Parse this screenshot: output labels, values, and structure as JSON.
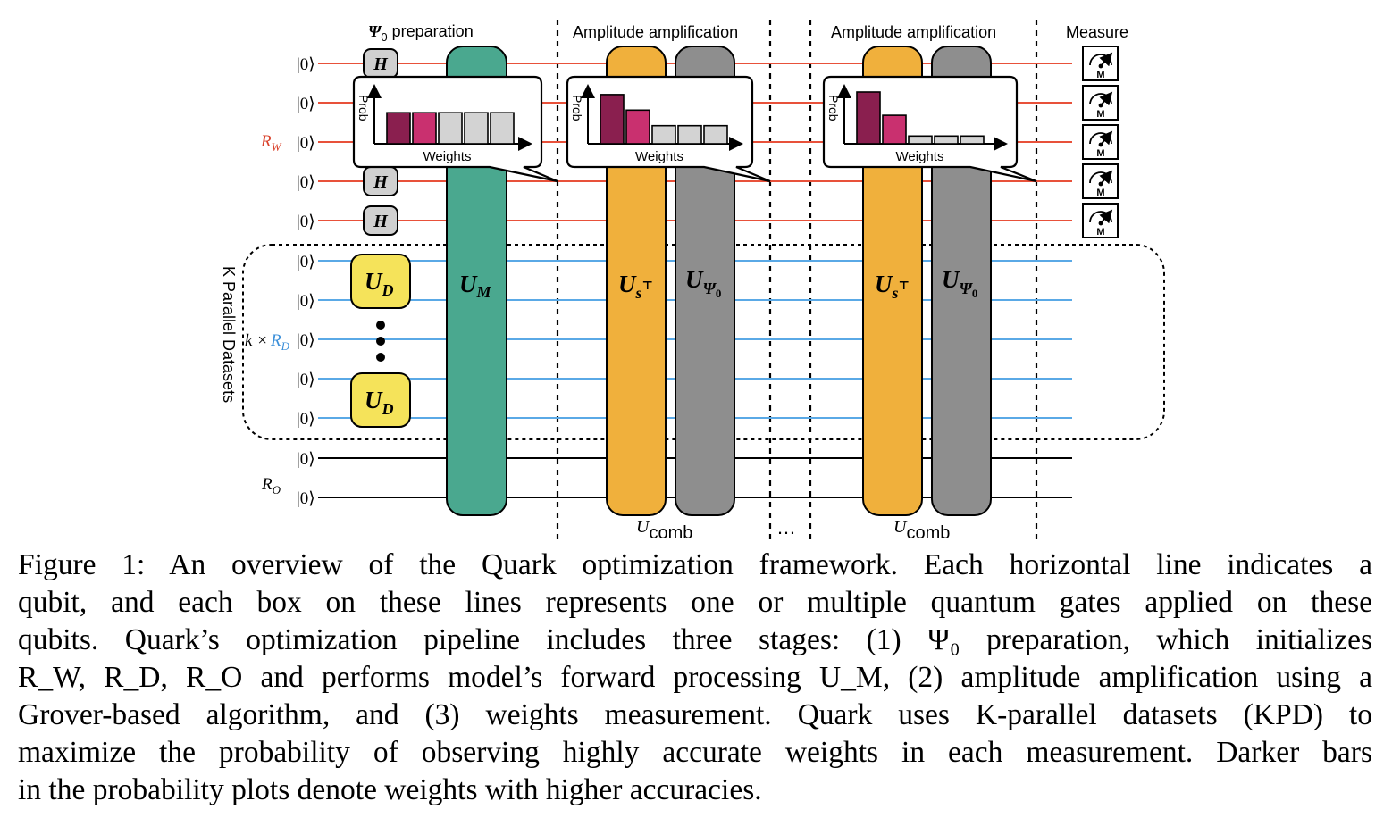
{
  "stages": {
    "prep_prefix": "Ψ",
    "prep_sub": "0",
    "prep_suffix": " preparation",
    "amp1": "Amplitude amplification",
    "amp2": "Amplitude amplification",
    "measure": "Measure"
  },
  "ket": "|0⟩",
  "labels": {
    "rw_main": "R",
    "rw_sub": "W",
    "rd_prefix": "k ×",
    "rd_main": "R",
    "rd_sub": "D",
    "ro_main": "R",
    "ro_sub": "O",
    "kpd": "K Parallel Datasets"
  },
  "gates": {
    "h": "H",
    "ud_main": "U",
    "ud_sub": "D",
    "um_main": "U",
    "um_sub": "M",
    "us_main": "U",
    "us_sub": "s",
    "us_sup": "⊤",
    "upsi_main": "U",
    "upsi_sub": "Ψ",
    "upsi_subsub": "0",
    "meter": "M"
  },
  "ucomb": {
    "main": "U",
    "sub": "comb"
  },
  "ellipsis": "…",
  "plots": [
    {
      "ylabel": "Prob",
      "xlabel": "Weights",
      "values": [
        0.6,
        0.6,
        0.6,
        0.6,
        0.6
      ],
      "dark": [
        true,
        false,
        false,
        false,
        false
      ],
      "accent": [
        false,
        true,
        false,
        false,
        false
      ]
    },
    {
      "ylabel": "Prob",
      "xlabel": "Weights",
      "values": [
        0.95,
        0.65,
        0.35,
        0.35,
        0.35
      ],
      "dark": [
        true,
        false,
        false,
        false,
        false
      ],
      "accent": [
        false,
        true,
        false,
        false,
        false
      ]
    },
    {
      "ylabel": "Prob",
      "xlabel": "Weights",
      "values": [
        1.0,
        0.55,
        0.15,
        0.15,
        0.15
      ],
      "dark": [
        true,
        false,
        false,
        false,
        false
      ],
      "accent": [
        false,
        true,
        false,
        false,
        false
      ]
    }
  ],
  "colors": {
    "weight_wire": "#e8513a",
    "data_wire": "#5aa9e6",
    "output_wire": "#000000",
    "rw_label": "#d9412b",
    "rd_label": "#3b8fd9",
    "h_gate": "#d0d0d0",
    "ud_gate": "#f5e35a",
    "um_gate": "#4aa88f",
    "us_gate": "#f0b03c",
    "upsi_gate": "#8e8e8e",
    "bar_dark": "#8a1f4f",
    "bar_accent": "#c9306f",
    "bar_light": "#d3d3d3"
  },
  "caption": [
    "Figure 1:  An overview of the Quark optimization framework.  Each horizontal line indicates a",
    "qubit, and each box on these lines represents one or multiple quantum gates applied on these",
    "qubits.  Quark’s optimization pipeline includes three stages:  (1) Ψ₀ preparation, which initializes",
    "R_W, R_D, R_O and performs model’s forward processing U_M, (2) amplitude amplification using a",
    "Grover-based algorithm, and (3) weights measurement.  Quark uses K-parallel datasets (KPD) to",
    "maximize the probability of observing highly accurate weights in each measurement.  Darker bars",
    "in the probability plots denote weights with higher accuracies."
  ]
}
